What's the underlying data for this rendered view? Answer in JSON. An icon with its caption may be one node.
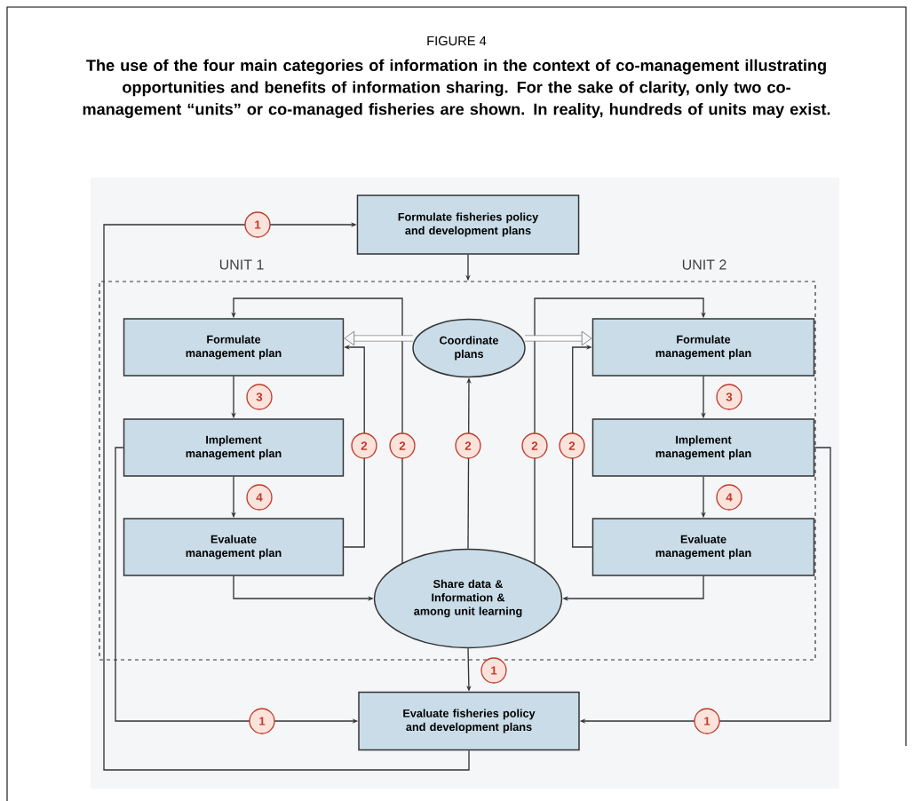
{
  "diagram": {
    "title": "FIGURE 4",
    "caption": "The use of the four main categories of information in the context of co-management illustrating opportunities and benefits of information sharing. For the sake of clarity, only two co-management “units” or co-managed fisheries are shown. In reality, hundreds of units may exist.",
    "nodes": [
      {
        "text": [
          "Formulate fisheries policy and development plans"
        ]
      },
      {
        "text": [
          "UNIT 1",
          "UNIT 2"
        ]
      },
      {
        "text": [
          "Formulate management plan"
        ],
        "in": 1
      },
      {
        "text": [
          "Coordinate plans"
        ],
        "in": 1
      },
      {
        "text": [
          "Formulate management plan"
        ],
        "in": 1
      },
      {
        "text": [
          "Implement management plan"
        ],
        "in": 1
      },
      {
        "text": [
          "Implement management plan"
        ],
        "in": 1
      },
      {
        "text": [
          "Evaluate management plan"
        ],
        "in": 1
      },
      {
        "text": [
          "Evaluate management plan"
        ],
        "in": 1
      },
      {
        "text": [
          "Share data & Information & among unit learning"
        ],
        "in": 1
      },
      {
        "text": [
          "Evaluate fisheries policy and development plans"
        ]
      }
    ],
    "edges": [
      {
        "from": 10,
        "to": 0,
        "arrow": "to",
        "label": "1"
      },
      {
        "from": 0,
        "to": 1,
        "arrow": "to"
      },
      {
        "from": 2,
        "to": 5,
        "arrow": "to",
        "label": "3"
      },
      {
        "from": 5,
        "to": 7,
        "arrow": "to",
        "label": "4"
      },
      {
        "from": 4,
        "to": 6,
        "arrow": "to",
        "label": "3"
      },
      {
        "from": 6,
        "to": 8,
        "arrow": "to",
        "label": "4"
      },
      {
        "from": 7,
        "to": 2,
        "arrow": "to",
        "label": "2"
      },
      {
        "from": 9,
        "to": 2,
        "arrow": "to",
        "label": "2"
      },
      {
        "from": 9,
        "to": 3,
        "arrow": "to",
        "label": "2"
      },
      {
        "from": 9,
        "to": 4,
        "arrow": "to",
        "label": "2"
      },
      {
        "from": 8,
        "to": 4,
        "arrow": "to",
        "label": "2"
      },
      {
        "from": 7,
        "to": 9,
        "arrow": "to"
      },
      {
        "from": 8,
        "to": 9,
        "arrow": "to"
      },
      {
        "from": 9,
        "to": 10,
        "arrow": "to",
        "label": "1"
      },
      {
        "from": 5,
        "to": 10,
        "arrow": "to",
        "label": "1"
      },
      {
        "from": 6,
        "to": 10,
        "arrow": "to",
        "label": "1"
      },
      {
        "from": 3,
        "to": 2,
        "arrow": "to",
        "style": "thick"
      },
      {
        "from": 3,
        "to": 4,
        "arrow": "to",
        "style": "thick"
      }
    ]
  }
}
